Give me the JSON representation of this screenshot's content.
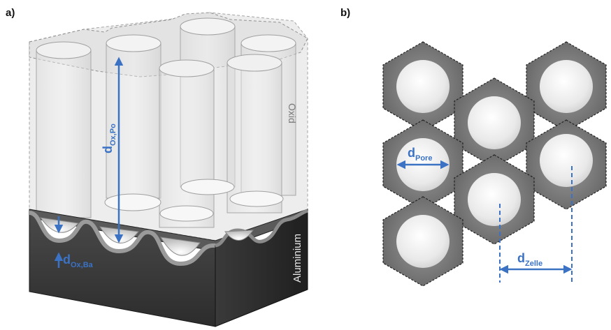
{
  "panel_a": {
    "label": "a)",
    "oxide_label": "Oxid",
    "substrate_label": "Aluminium",
    "dim_pore_depth": {
      "main": "d",
      "sub": "Ox,Po"
    },
    "dim_barrier": {
      "main": "d",
      "sub": "Ox,Ba"
    }
  },
  "panel_b": {
    "label": "b)",
    "dim_pore": {
      "main": "d",
      "sub": "Pore"
    },
    "dim_cell": {
      "main": "d",
      "sub": "Zelle"
    }
  },
  "colors": {
    "accent_blue": "#3b72c4",
    "aluminium_dark": "#3a3a3a",
    "oxide_grey": "#c9c9c9",
    "hex_grey": "#6e6e6e"
  }
}
